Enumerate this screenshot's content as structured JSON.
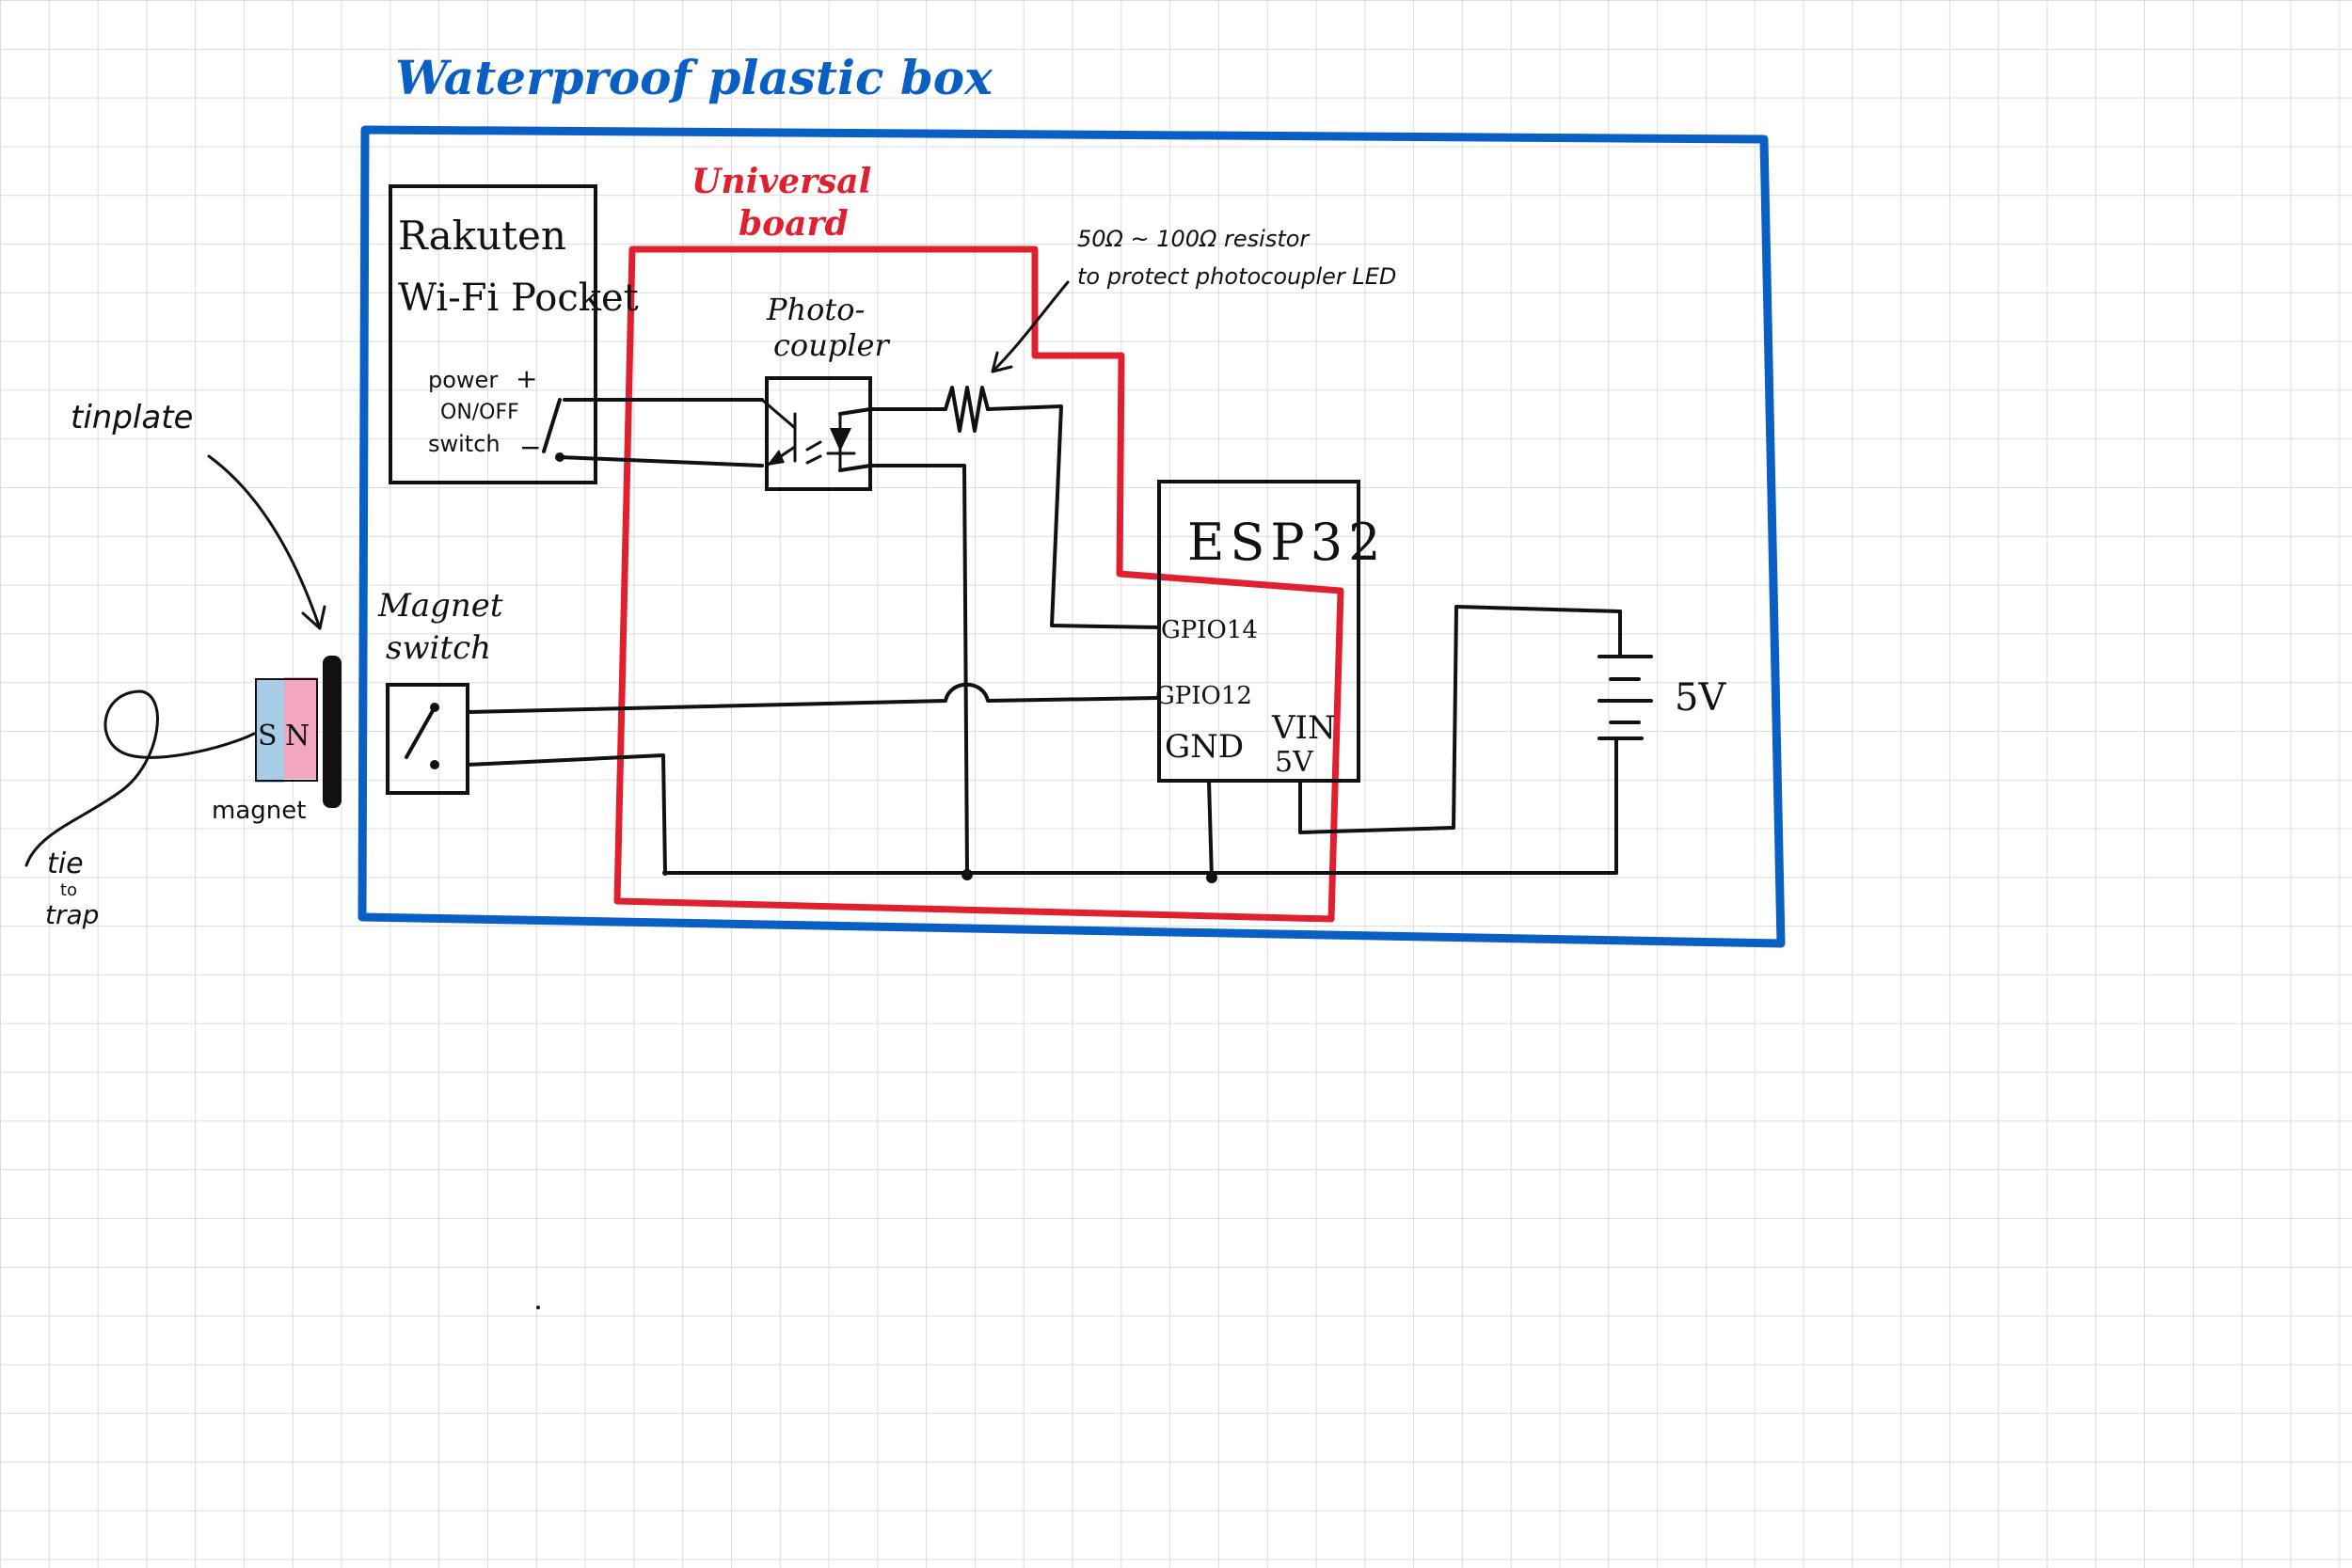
{
  "labels": {
    "box": "Waterproof plastic box",
    "board_line1": "Universal",
    "board_line2": "board",
    "wifi_line1": "Rakuten",
    "wifi_line2": "Wi-Fi Pocket",
    "power_line1": "power",
    "power_line2": "ON/OFF",
    "power_line3": "switch",
    "plus": "+",
    "minus": "−",
    "photocoupler_line1": "Photo-",
    "photocoupler_line2": "coupler",
    "resistor_note_line1": "50Ω ~ 100Ω resistor",
    "resistor_note_line2": "to protect photocoupler LED",
    "esp32": "ESP32",
    "gpio14": "GPIO14",
    "gpio12": "GPIO12",
    "gnd": "GND",
    "vin": "VIN",
    "vin_v": "5V",
    "battery": "5V",
    "magnet_switch_line1": "Magnet",
    "magnet_switch_line2": "switch",
    "tinplate": "tinplate",
    "magnet": "magnet",
    "pole_s": "S",
    "pole_n": "N",
    "tie_line1": "tie",
    "tie_line2": "to",
    "tie_line3": "trap"
  },
  "colors": {
    "box_outline": "#0a5fc4",
    "board_outline": "#e0202e",
    "wire": "#111111",
    "magnet_s": "#a8cbe6",
    "magnet_n": "#f3a6bf",
    "tinplate": "#111111"
  }
}
